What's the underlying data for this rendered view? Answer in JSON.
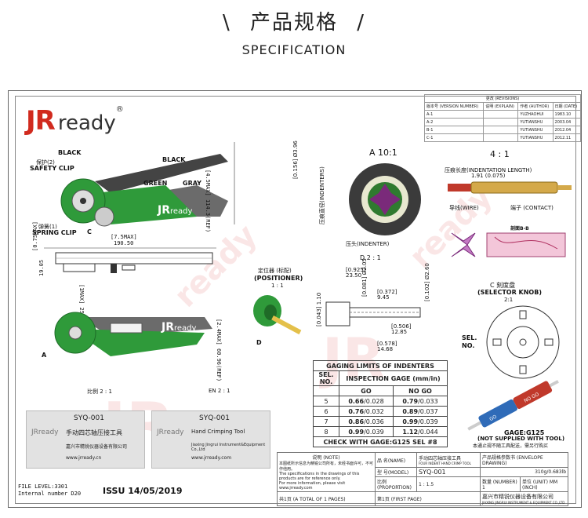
{
  "header": {
    "title_left": "\\",
    "title": "产品规格",
    "title_right": "/",
    "subtitle": "SPECIFICATION"
  },
  "logo": {
    "jr": "JR",
    "ready": "ready",
    "reg": "®"
  },
  "tool_labels": {
    "black_left": "BLACK",
    "black_right": "BLACK",
    "safety_clip_cn": "保护(2)",
    "safety_clip": "SAFETY CLIP",
    "green": "GREEN",
    "gray": "GRAY",
    "spring_clip_cn": "弹簧(1)",
    "spring_clip": "SPRING CLIP",
    "c": "C",
    "a": "A",
    "dim_h1": "[4.5MAX]",
    "dim_h2": "114.3(REF)",
    "dim_w1": "[7.5MAX]",
    "dim_w2": "190.50",
    "dim_t1": "[0.75MAX]",
    "dim_t2": "19.05",
    "dim_j1": "[1MAX]",
    "dim_j2": "25.4",
    "dim_r1": "[2.4MAX]",
    "dim_r2": "60.96(REF)"
  },
  "scale_labels": {
    "left": "比例 2 : 1",
    "right": "EN 2 : 1"
  },
  "detail_a": {
    "title": "A 10:1",
    "ind1": "[0.156]",
    "ind2": "Ø3.96",
    "crimp": "压痕直径(INDENTERS)",
    "indenter": "压头(INDENTER)"
  },
  "detail_41": {
    "title": "4 : 1",
    "len_cn": "压痕长度",
    "len": "(INDENTATION LENGTH)",
    "len_v": "1.91 (0.075)",
    "wire": "导线(WIRE)",
    "contact": "端子 (CONTACT)",
    "section": "剖面B-B"
  },
  "positioner": {
    "cn": "定位器 (标配)",
    "en": "(POSITIONER)",
    "scale": "1 : 1",
    "d": "D"
  },
  "detail_d": {
    "title": "D 2 : 1",
    "a1": "[0.925]",
    "a2": "23.50",
    "b1": "[0.372]",
    "b2": "9.45",
    "c1": "[0.506]",
    "c2": "12.85",
    "d1": "[0.578]",
    "d2": "14.68",
    "e1": "[0.081]",
    "e2": "Ø2.05",
    "f1": "[0.102]",
    "f2": "Ø2.60",
    "g1": "[0.043]",
    "g2": "1.10"
  },
  "selector": {
    "title": "C 刻度盘",
    "en": "(SELECTOR KNOB)",
    "scale": "2:1",
    "sel": "SEL.",
    "no": "NO."
  },
  "gaging": {
    "title": "GAGING LIMITS OF INDENTERS",
    "col_sel": "SEL.",
    "col_no": "NO.",
    "col_insp": "INSPECTION GAGE (mm/in)",
    "col_go": "GO",
    "col_nogo": "NO GO",
    "rows": [
      {
        "sel": "5",
        "go_mm": "0.66",
        "go_in": "/0.028",
        "nogo_mm": "0.79",
        "nogo_in": "/0.033"
      },
      {
        "sel": "6",
        "go_mm": "0.76",
        "go_in": "/0.032",
        "nogo_mm": "0.89",
        "nogo_in": "/0.037"
      },
      {
        "sel": "7",
        "go_mm": "0.86",
        "go_in": "/0.036",
        "nogo_mm": "0.99",
        "nogo_in": "/0.039"
      },
      {
        "sel": "8",
        "go_mm": "0.99",
        "go_in": "/0.039",
        "nogo_mm": "1.12",
        "nogo_in": "/0.044"
      }
    ],
    "check": "CHECK WITH GAGE:G125 SEL #8"
  },
  "gage_tool": {
    "title": "GAGE:G125",
    "sub": "(NOT SUPPLIED WITH TOOL)",
    "cn": "本通止规不随工具配送，需另行购买",
    "go": "GO",
    "nogo": "NO GO"
  },
  "revisions": {
    "header": "更改 (REVISIONS)",
    "cols": [
      "版本号 (VERSION NUMBER)",
      "说明 (EXPLAIN)",
      "作者 (AUTHOR)",
      "日期 (DATE)"
    ],
    "rows": [
      {
        "ver": "A-1",
        "author": "YUZHAOHUI",
        "date": "1983.10"
      },
      {
        "ver": "A-2",
        "author": "YUTIANSHU",
        "date": "2003.04"
      },
      {
        "ver": "B-1",
        "author": "YUTIANSHU",
        "date": "2012.04"
      },
      {
        "ver": "C-1",
        "author": "YUTIANSHU",
        "date": "2012.11"
      }
    ]
  },
  "cards": {
    "left_model": "SYQ-001",
    "left_name": "手动四芯轴压接工具",
    "left_company": "嘉兴市精锐仪器设备有限公司",
    "left_url": "www.jrready.cn",
    "left_logo": "JRready",
    "right_model": "SYQ-001",
    "right_name": "Hand Crimping Tool",
    "right_company": "Jiaxing Jingrui Instrument&Equipment Co.,Ltd",
    "right_url": "www.jrready.com",
    "right_logo": "JRready"
  },
  "footer": {
    "file_level": "FILE LEVEL:3301",
    "internal": "Internal number D20",
    "issu": "ISSU 14/05/2019"
  },
  "title_block": {
    "note_head": "说明 (NOTE)",
    "note_cn": "本图纸所示信息为精锐公司所有，未经书面许可，不可作他用。",
    "note_en1": "The specifications in the drawings of this products are for reference only.",
    "note_en2": "For more information, please visit www.jrready.com",
    "name_label": "品 名(NAME)",
    "name_value": "手动四芯轴压接工具",
    "name_value_en": "FOUR INDENT HAND CRIMP TOOL",
    "model_label": "型 号(MODEL)",
    "model_value": "SYQ-001",
    "scale_label": "比例 (PROPORTION)",
    "scale_value": "1 : 1.5",
    "qty_label": "数量 (NUMBER)",
    "qty_value": "1",
    "unit_label": "单位 (UNIT)",
    "unit_value": "MM (INCH)",
    "drawing": "产品规格参数书 (ENVELOPE DRAWING)",
    "weight": "310g/0.683lb",
    "page": "共1页 (A TOTAL OF 1 PAGES)",
    "page2": "第1页 (FIRST PAGE)",
    "company_cn": "嘉兴市精锐仪器设备有限公司",
    "company_en": "JIAXING JINGRUI INSTRUMENT & EQUIPMENT CO.,LTD"
  },
  "colors": {
    "brand_red": "#d12a1e",
    "tool_green": "#2f9a3a",
    "tool_gray": "#6b6b6b",
    "border": "#666666"
  }
}
